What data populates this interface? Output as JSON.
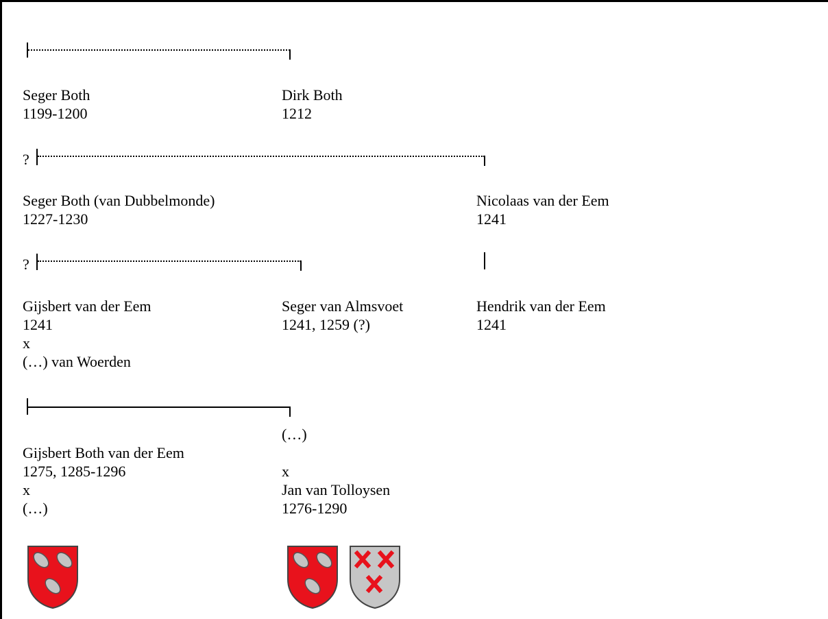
{
  "colors": {
    "shield_red": "#e8121c",
    "shield_silver": "#c6c6c6",
    "fish": "#c4c4c4",
    "cross": "#e8121c"
  },
  "generations": {
    "g1": {
      "left": {
        "name": "Seger Both",
        "years": "1199-1200"
      },
      "right": {
        "name": "Dirk Both",
        "years": "1212"
      }
    },
    "g2": {
      "uncertain": "?",
      "left": {
        "name": "Seger Both (van Dubbelmonde)",
        "years": "1227-1230"
      },
      "right": {
        "name": "Nicolaas van der Eem",
        "years": "1241"
      }
    },
    "g3": {
      "uncertain": "?",
      "gijsbert": {
        "name": "Gijsbert van der Eem",
        "years": "1241",
        "marriage": "x",
        "spouse": "(…) van Woerden"
      },
      "seger": {
        "name": "Seger van Almsvoet",
        "years": "1241, 1259 (?)"
      },
      "hendrik": {
        "name": "Hendrik van der Eem",
        "years": "1241"
      }
    },
    "g4": {
      "left": {
        "name": "Gijsbert Both van der Eem",
        "years": "1275, 1285-1296",
        "marriage": "x",
        "spouse": "(…)"
      },
      "right": {
        "name": "(…)",
        "marriage": "x",
        "spouse": "Jan van Tolloysen",
        "spouse_years": "1276-1290"
      }
    }
  },
  "icons": {
    "shield_fish": "fish-shield-icon",
    "shield_crosses": "crosses-shield-icon"
  }
}
